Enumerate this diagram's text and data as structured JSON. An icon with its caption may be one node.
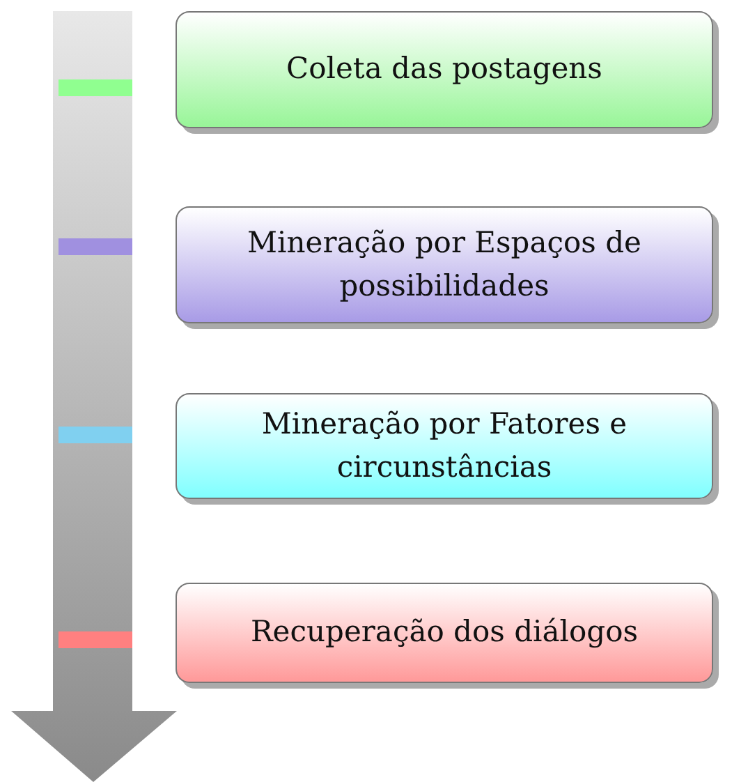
{
  "diagram": {
    "nodes": [
      {
        "text": [
          "Coleta das postagens"
        ]
      },
      {
        "text": [
          "Mineração por Espaços de possibilidades"
        ]
      },
      {
        "text": [
          "Mineração por Fatores e circunstâncias"
        ]
      },
      {
        "text": [
          "Recuperação dos diálogos"
        ]
      }
    ]
  }
}
